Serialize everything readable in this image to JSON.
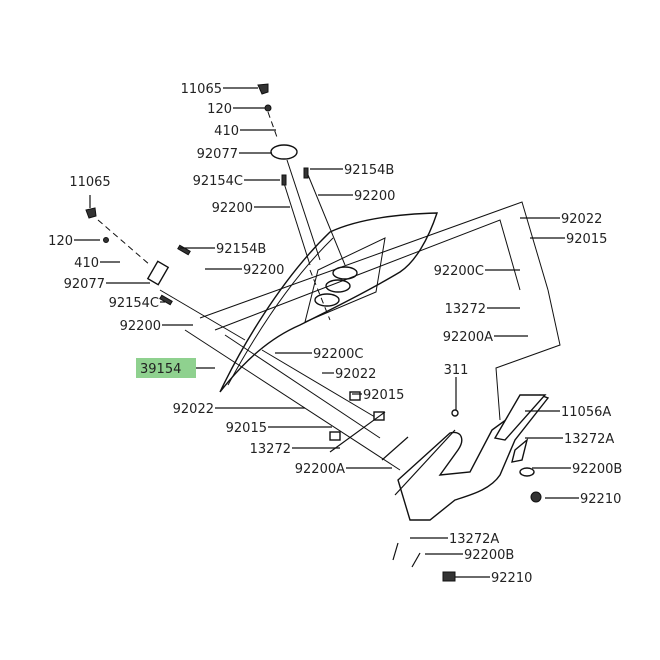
{
  "diagram": {
    "highlight_color": "#8fd18f",
    "labels": {
      "top_11065": "11065",
      "top_120": "120",
      "top_410": "410",
      "top_92077": "92077",
      "top_92154B": "92154B",
      "top_92154C": "92154C",
      "top_92200_r": "92200",
      "top_92200_l": "92200",
      "left_11065": "11065",
      "left_120": "120",
      "left_410": "410",
      "left_92154B": "92154B",
      "left_92200_r": "92200",
      "left_92077": "92077",
      "left_92154C": "92154C",
      "left_92200": "92200",
      "windscreen_39154": "39154",
      "mid_92200C": "92200C",
      "mid_92022_r": "92022",
      "mid_92015_r": "92015",
      "mid_92022_l": "92022",
      "mid_92015_l": "92015",
      "mid_13272": "13272",
      "mid_92200A": "92200A",
      "right_92022": "92022",
      "right_92015": "92015",
      "right_92200C": "92200C",
      "right_13272": "13272",
      "right_92200A": "92200A",
      "bot_311": "311",
      "bot_11056A": "11056A",
      "bot_13272A_r": "13272A",
      "bot_92200B_r": "92200B",
      "bot_92210_r": "92210",
      "bot_13272A_l": "13272A",
      "bot_92200B_l": "92200B",
      "bot_92210_l": "92210"
    }
  }
}
